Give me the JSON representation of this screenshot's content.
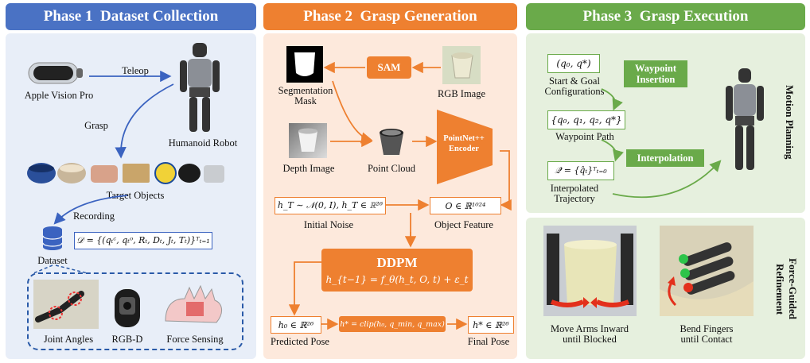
{
  "phase1": {
    "title": "Phase 1  Dataset Collection",
    "teleop": "Teleop",
    "grasp": "Grasp",
    "recording": "Recording",
    "vision_pro": "Apple Vision Pro",
    "humanoid": "Humanoid Robot",
    "target_objects": "Target Objects",
    "dataset": "Dataset",
    "dataset_formula": "𝒟 = {(qₜᶜ, qₜᵒ, Rₜ, Dₜ, Jₜ, Tₜ)}ᵀₜ₌₁",
    "joint_angles": "Joint Angles",
    "rgbd": "RGB-D",
    "force_sensing": "Force Sensing"
  },
  "phase2": {
    "title": "Phase 2  Grasp Generation",
    "sam": "SAM",
    "seg_mask": "Segmentation\nMask",
    "rgb_image": "RGB Image",
    "depth_image": "Depth Image",
    "point_cloud": "Point Cloud",
    "encoder": "PointNet++\nEncoder",
    "noise_formula": "h_T ∼ 𝒩(0, I), h_T ∈ ℝ²⁶",
    "initial_noise": "Initial Noise",
    "feature_formula": "O ∈ ℝ¹⁰²⁴",
    "object_feature": "Object Feature",
    "ddpm": "DDPM",
    "ddpm_formula": "h_{t−1} = f_θ(h_t, O, t) + ε_t",
    "h0_formula": "h₀ ∈ ℝ²⁶",
    "clip_formula": "h* = clip(h₀, q_min, q_max)",
    "hstar_formula": "h* ∈ ℝ²⁶",
    "predicted_pose": "Predicted Pose",
    "final_pose": "Final Pose"
  },
  "phase3": {
    "title": "Phase 3  Grasp Execution",
    "q_formula": "(q₀, q*)",
    "start_goal": "Start & Goal\nConfigurations",
    "waypoint_insertion": "Waypoint\nInsertion",
    "waypoint_formula": "{q₀, q₁, q₂, q*}",
    "waypoint_path": "Waypoint Path",
    "interpolation": "Interpolation",
    "interp_formula": "𝒬̂ = {q̂ₜ}ᵀₜ₌₀",
    "interp_traj": "Interpolated\nTrajectory",
    "motion_planning": "Motion Planning",
    "force_guided": "Force-Guided\nRefinement",
    "move_arms": "Move Arms Inward\nuntil Blocked",
    "bend_fingers": "Bend Fingers\nuntil Contact"
  },
  "colors": {
    "blue": "#4a72c4",
    "orange": "#ee8030",
    "green": "#6aaa4a",
    "blue_bg": "#e8eef8",
    "orange_bg": "#fde9dc",
    "green_bg": "#e6f0de"
  }
}
